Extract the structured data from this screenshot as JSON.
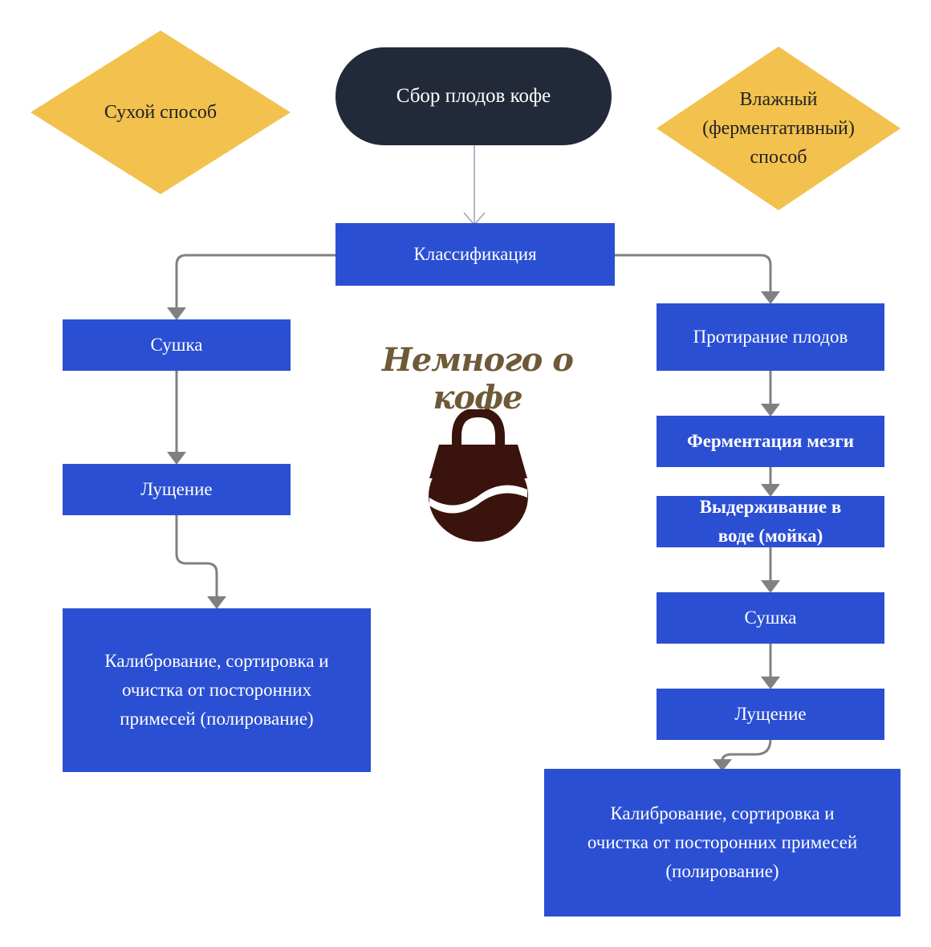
{
  "nodes": {
    "start": "Сбор плодов кофе",
    "dry_method": "Сухой способ",
    "wet_method_line1": "Влажный",
    "wet_method_line2": "(ферментативный)",
    "wet_method_line3": "способ",
    "classification": "Классификация",
    "dry_drying": "Сушка",
    "dry_hulling": "Лущение",
    "dry_final_line1": "Калибрование, сортировка и",
    "dry_final_line2": "очистка от посторонних",
    "dry_final_line3": "примесей (полирование)",
    "wet_pulping": "Протирание плодов",
    "wet_fermentation": "Ферментация мезги",
    "wet_soaking_line1": "Выдерживание в",
    "wet_soaking_line2": "воде (мойка)",
    "wet_drying": "Сушка",
    "wet_hulling": "Лущение",
    "wet_final_line1": "Калибрование, сортировка и",
    "wet_final_line2": "очистка от посторонних примесей",
    "wet_final_line3": "(полирование)"
  },
  "logo": {
    "text": "Немного о кофе",
    "icon": "coffee-bag-icon"
  },
  "colors": {
    "process": "#2b4fd3",
    "terminal": "#222a3a",
    "decision": "#f2c14e",
    "connector": "#808080",
    "logo_text": "#6e5a38",
    "logo_icon": "#3a130c"
  }
}
